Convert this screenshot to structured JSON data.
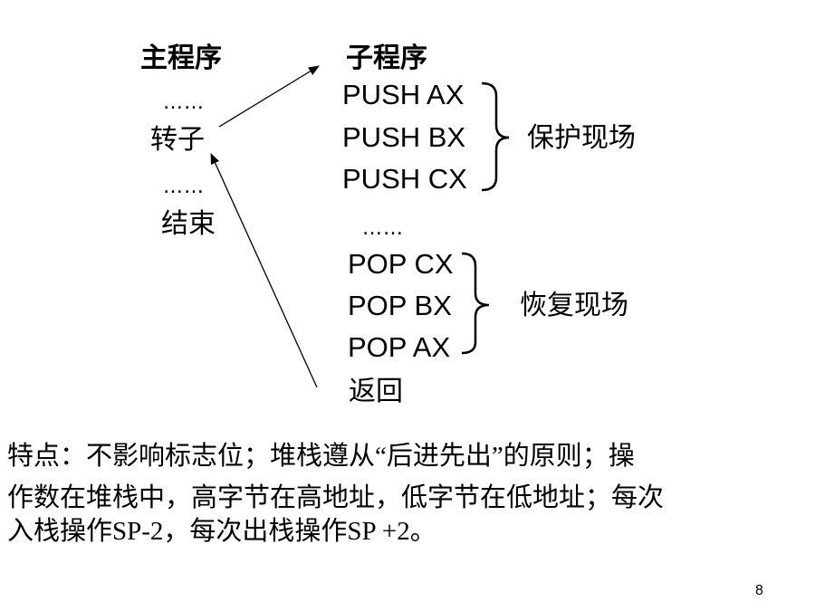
{
  "main_program": {
    "title": "主程序",
    "dots_1": "……",
    "call": "转子",
    "dots_2": "……",
    "end": "结束"
  },
  "subroutine": {
    "title": "子程序",
    "push": [
      "PUSH AX",
      "PUSH BX",
      "PUSH CX"
    ],
    "push_brace_label": "保护现场",
    "dots": "……",
    "pop": [
      "POP CX",
      "POP BX",
      "POP AX"
    ],
    "pop_brace_label": "恢复现场",
    "return": "返回"
  },
  "notes": [
    "特点：不影响标志位；堆栈遵从“后进先出”的原则；操",
    "作数在堆栈中，高字节在高地址，低字节在低地址；每次",
    "入栈操作SP-2，每次出栈操作SP +2。"
  ],
  "page_number": "8"
}
